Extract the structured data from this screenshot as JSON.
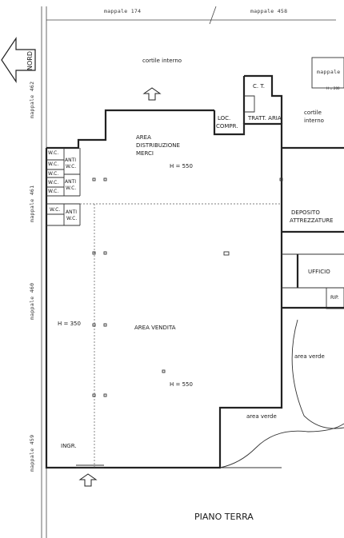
{
  "title": "PIANO TERRA",
  "north": "NORD",
  "neighbors": {
    "top_left": "mappale 174",
    "top_right": "mappale 458",
    "left_1": "mappale 462",
    "left_2": "mappale 461",
    "left_3": "mappale 460",
    "left_4": "mappale 459",
    "right_top": "mappale"
  },
  "rooms": {
    "cortile_interno_top": "cortile interno",
    "cortile_right_1": "cortile",
    "cortile_right_2": "interno",
    "ct": "C. T.",
    "loc_1": "LOC.",
    "loc_2": "COMPR.",
    "tratt": "TRATT. ARIA",
    "area_dist_1": "AREA",
    "area_dist_2": "DISTRIBUZIONE",
    "area_dist_3": "MERCI",
    "h_550_top": "H = 550",
    "wc_1": "W.C.",
    "wc_2": "W.C.",
    "wc_3": "W.C.",
    "wc_4": "W.C.",
    "wc_5": "W.C.",
    "wc_6": "W.C.",
    "anti_1a": "ANTI",
    "anti_1b": "W.C.",
    "anti_2a": "ANTI",
    "anti_2b": "W.C.",
    "anti_3a": "ANTI",
    "anti_3b": "W.C.",
    "deposito_1": "DEPOSITO",
    "deposito_2": "ATTREZZATURE",
    "ufficio": "UFFICIO",
    "area_vendita": "AREA VENDITA",
    "h_350": "H = 350",
    "h_550_bottom": "H = 550",
    "area_verde_1": "area verde",
    "area_verde_2": "area verde",
    "ingr": "INGR.",
    "rip": "RIP.",
    "rip_small": "H = 200"
  }
}
